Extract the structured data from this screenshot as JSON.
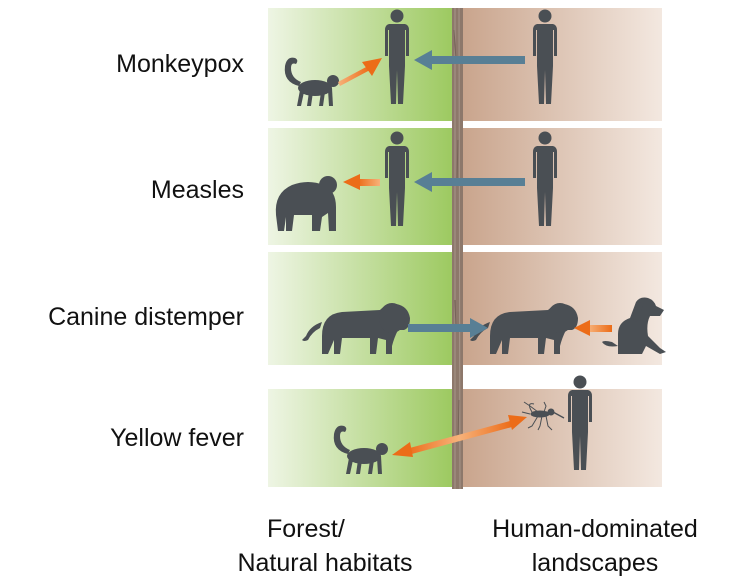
{
  "rows": [
    {
      "label": "Monkeypox"
    },
    {
      "label": "Measles"
    },
    {
      "label": "Canine distemper"
    },
    {
      "label": "Yellow fever"
    }
  ],
  "footer": {
    "left_line1": "Forest/",
    "left_line2": "Natural habitats",
    "right_line1": "Human-dominated",
    "right_line2": "landscapes"
  },
  "colors": {
    "forest_green": "#9cc95f",
    "human_brown": "#cfae98",
    "divider": "#8d786b",
    "silhouette": "#4a4f54",
    "blue_arrow": "#587f95",
    "orange_arrow": "#f07a22"
  }
}
